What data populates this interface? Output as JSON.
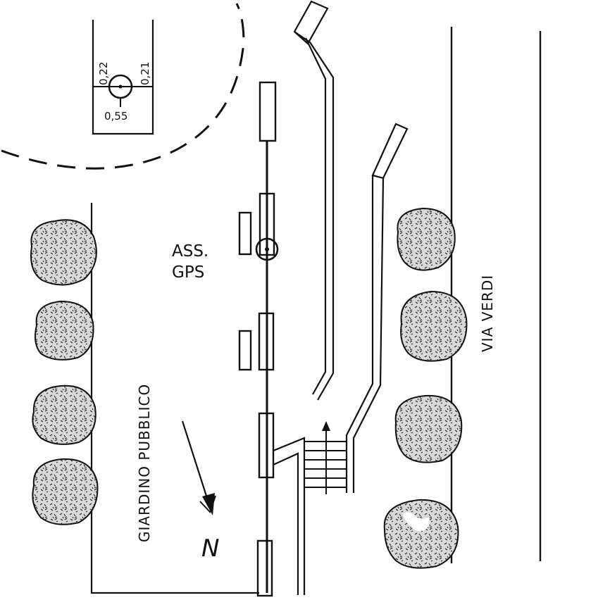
{
  "labels": {
    "marker": [
      "ASS.",
      "GPS"
    ],
    "park": "GIARDINO PUBBLICO",
    "street": "VIA VERDI",
    "north": "N"
  },
  "inset": {
    "left_offset": "0,22",
    "right_offset": "0,21",
    "diameter": "0,55"
  },
  "colors": {
    "ink": "#111111",
    "tree_fill": "#d9d9d9",
    "paper": "#ffffff"
  },
  "icons": {
    "north": "north-arrow-icon",
    "tree": "tree-icon",
    "gps": "gps-point-icon",
    "stairs": "stairs-icon"
  }
}
